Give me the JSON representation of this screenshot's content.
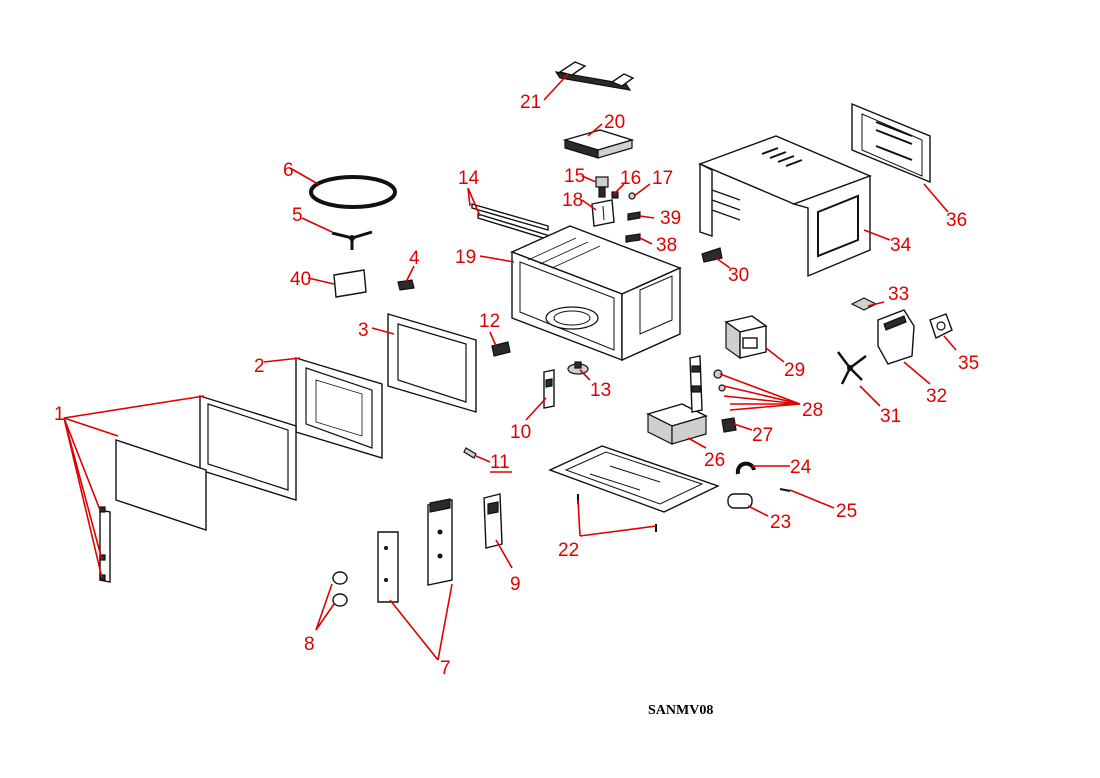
{
  "diagram": {
    "model_code": "SANMV08",
    "callout_color": "#e00000",
    "callouts": [
      "1",
      "2",
      "3",
      "4",
      "5",
      "6",
      "7",
      "8",
      "9",
      "10",
      "11",
      "12",
      "13",
      "14",
      "15",
      "16",
      "17",
      "18",
      "19",
      "20",
      "21",
      "22",
      "23",
      "24",
      "25",
      "26",
      "27",
      "28",
      "29",
      "30",
      "31",
      "32",
      "33",
      "34",
      "35",
      "36",
      "38",
      "39",
      "40"
    ]
  }
}
